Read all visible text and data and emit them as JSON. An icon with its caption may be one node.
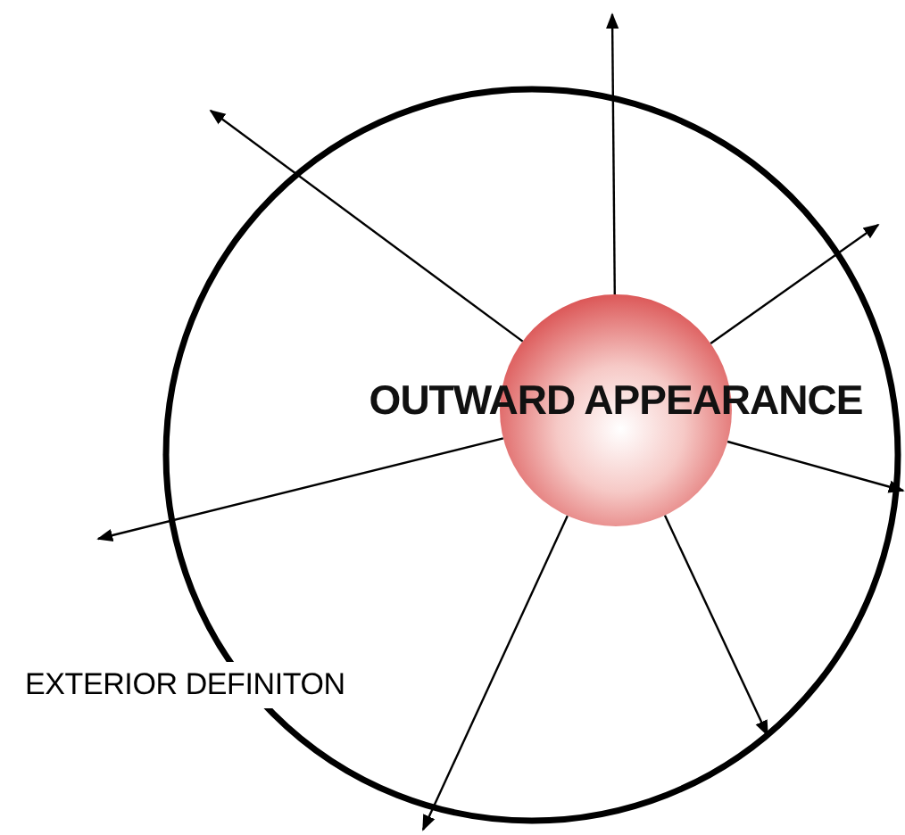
{
  "diagram": {
    "nodes": [
      {
        "text": [
          "EXTERIOR DEFINITON"
        ]
      },
      {
        "text": [
          "OUTWARD APPEARANCE"
        ],
        "in": 0
      }
    ],
    "edges": [
      {
        "from": 1,
        "to": null,
        "arrow": "to"
      },
      {
        "from": 1,
        "to": null,
        "arrow": "to"
      },
      {
        "from": 1,
        "to": null,
        "arrow": "to"
      },
      {
        "from": 1,
        "to": null,
        "arrow": "to"
      },
      {
        "from": 1,
        "to": null,
        "arrow": "to"
      },
      {
        "from": 1,
        "to": null,
        "arrow": "to"
      },
      {
        "from": 1,
        "to": null,
        "arrow": "to"
      }
    ]
  }
}
